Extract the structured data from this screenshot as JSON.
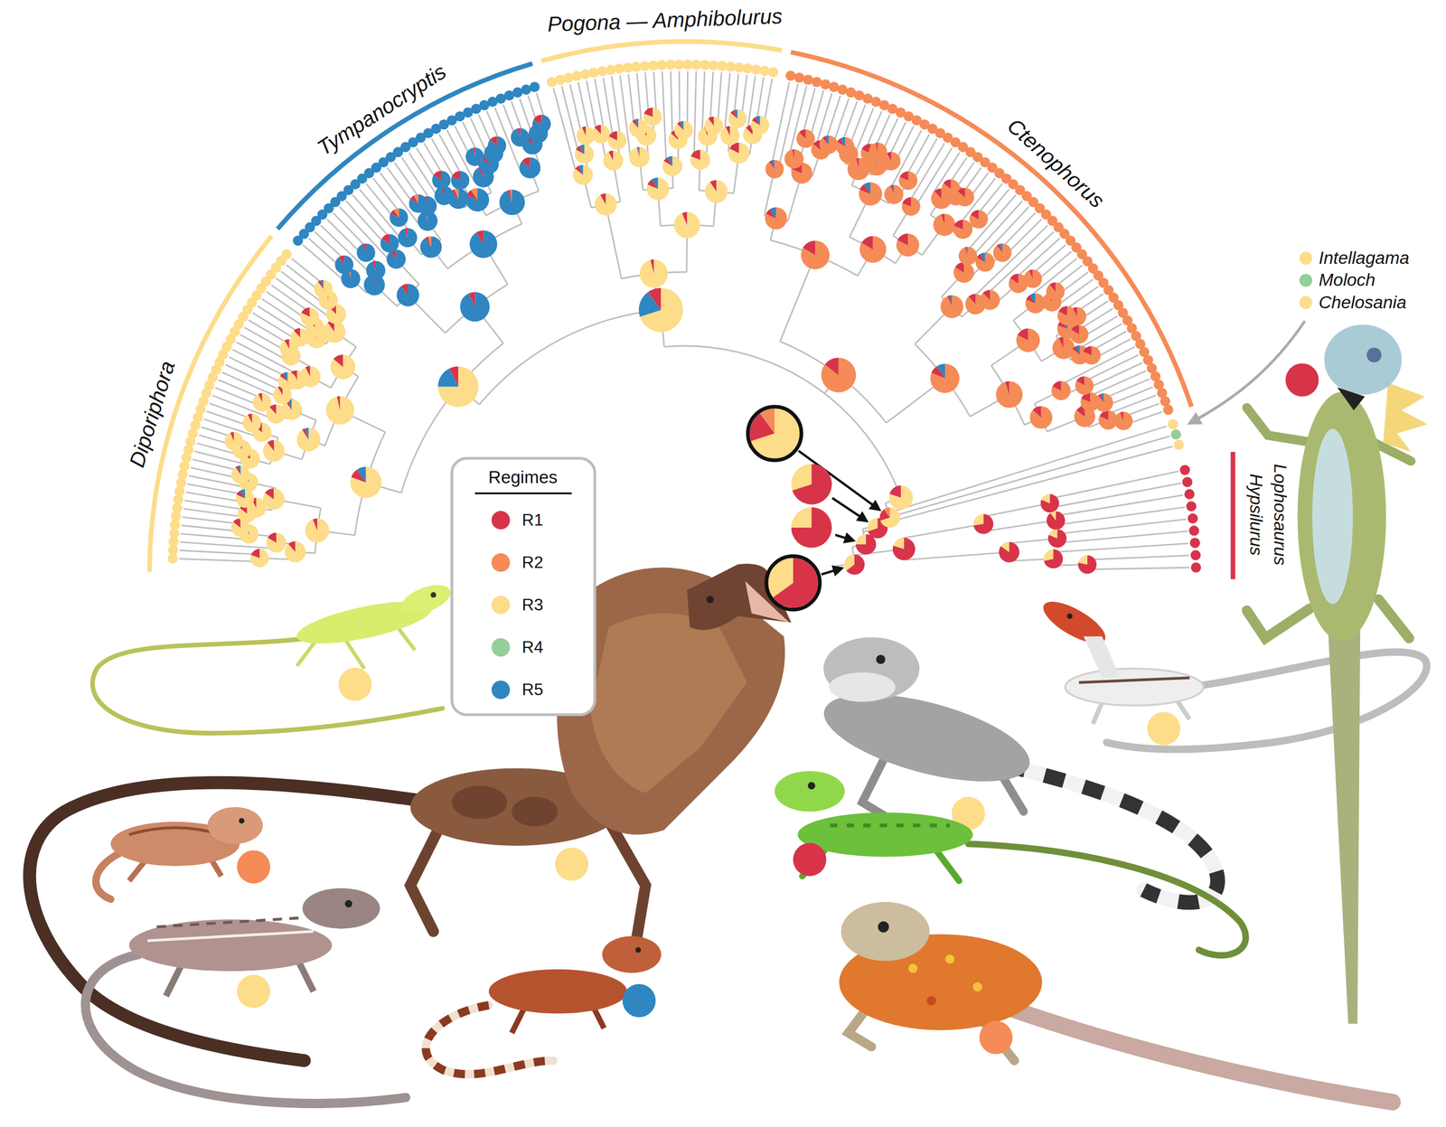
{
  "diagram": {
    "labels": [
      "Pogona — Amphibolurus",
      "Tympanocryptis",
      "Ctenophorus",
      "Diporiphora",
      "Intellagama",
      "Moloch",
      "Chelosania",
      "Hypsilurus",
      "Lophosaurus",
      "Regimes"
    ],
    "legend": [
      {
        "text": "R1",
        "color": "#d7344a"
      },
      {
        "text": "R2",
        "color": "#f58b57"
      },
      {
        "text": "R3",
        "color": "#fddc8a"
      },
      {
        "text": "R4",
        "color": "#93cf9a"
      },
      {
        "text": "R5",
        "color": "#2f86c1"
      }
    ]
  }
}
